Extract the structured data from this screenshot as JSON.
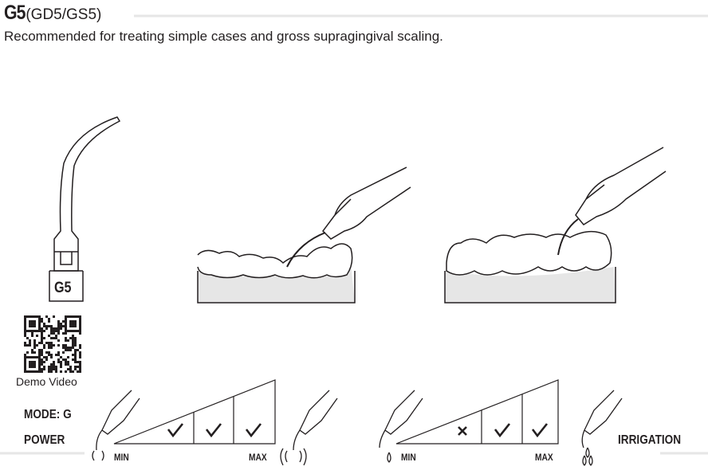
{
  "header": {
    "code": "G5",
    "alt_codes": "(GD5/GS5)",
    "description": "Recommended for treating simple cases and gross supragingival scaling."
  },
  "tip": {
    "label": "G5"
  },
  "qr": {
    "caption": "Demo Video"
  },
  "mode": {
    "label": "MODE: G"
  },
  "power": {
    "label": "POWER",
    "min": "MIN",
    "max": "MAX",
    "levels": [
      "check",
      "check",
      "check"
    ]
  },
  "irrigation": {
    "label": "IRRIGATION",
    "min": "MIN",
    "max": "MAX",
    "levels": [
      "cross",
      "check",
      "check"
    ]
  },
  "colors": {
    "text": "#231f20",
    "rule": "#e6e6e6",
    "gum": "#e6e6e6"
  }
}
